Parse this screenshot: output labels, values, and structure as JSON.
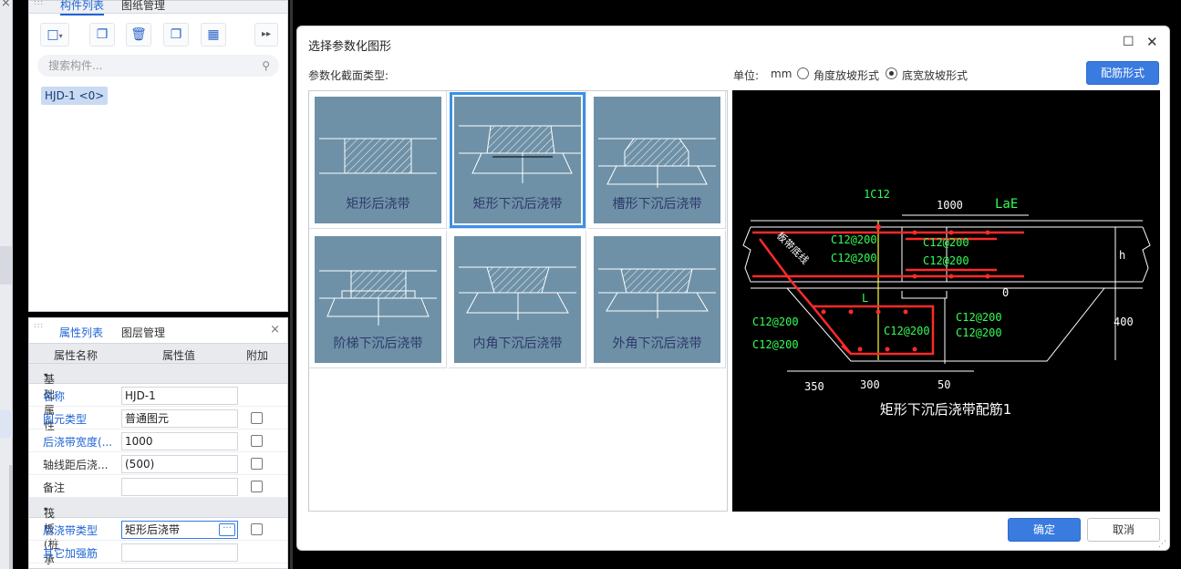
{
  "left_panel": {
    "component_tabs": [
      "构件列表",
      "图纸管理"
    ],
    "search_placeholder": "搜索构件...",
    "component_item": "HJD-1 <0>",
    "property_tabs": [
      "属性列表",
      "图层管理"
    ],
    "property_headers": [
      "属性名称",
      "属性值",
      "附加"
    ],
    "group_basic": "基础属性",
    "rows": [
      {
        "name": "名称",
        "value": "HJD-1"
      },
      {
        "name": "图元类型",
        "value": "普通图元"
      },
      {
        "name": "后浇带宽度(...",
        "value": "1000"
      },
      {
        "name": "轴线距后浇...",
        "value": "(500)"
      },
      {
        "name": "备注",
        "value": ""
      }
    ],
    "group_raft": "筏板(桩承台...",
    "rows2": [
      {
        "name": "后浇带类型",
        "value": "矩形后浇带"
      },
      {
        "name": "其它加强筋",
        "value": ""
      }
    ],
    "dots_label": "···"
  },
  "dialog": {
    "title": "选择参数化图形",
    "section_label": "参数化截面类型:",
    "unit_label": "单位:",
    "unit_value": "mm",
    "radio_angle": "角度放坡形式",
    "radio_width": "底宽放坡形式",
    "rebar_button": "配筋形式",
    "ok": "确定",
    "cancel": "取消",
    "shapes": [
      {
        "label": "矩形后浇带"
      },
      {
        "label": "矩形下沉后浇带"
      },
      {
        "label": "槽形下沉后浇带"
      },
      {
        "label": "阶梯下沉后浇带"
      },
      {
        "label": "内角下沉后浇带"
      },
      {
        "label": "外角下沉后浇带"
      }
    ],
    "selected_index": 1
  },
  "preview": {
    "caption": "矩形下沉后浇带配筋1",
    "labels": {
      "top_bar": "1C12",
      "width": "1000",
      "lae": "LaE",
      "h": "h",
      "zero": "0",
      "l": "L",
      "depth": "400",
      "dim1": "350",
      "dim2": "300",
      "dim3": "50",
      "note": "板带底线",
      "rebar": "C12@200"
    }
  },
  "colors": {
    "accent": "#3a7be0",
    "thumb_bg": "#6e91a7",
    "cad_red": "#ff2a2a",
    "cad_green": "#33ff55"
  }
}
